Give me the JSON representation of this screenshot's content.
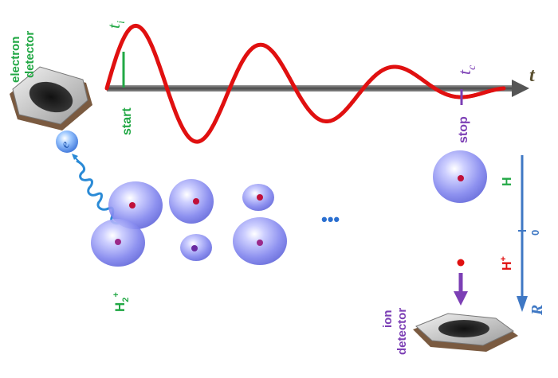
{
  "labels": {
    "electron_detector_line1": "electron",
    "electron_detector_line2": "detector",
    "ion_detector_line1": "ion",
    "ion_detector_line2": "detector",
    "start": "start",
    "stop": "stop",
    "t_i_main": "t",
    "t_i_sub": "i",
    "t_c_main": "t",
    "t_c_sub": "c",
    "t_axis": "t",
    "electron_symbol": "e",
    "h2plus_main": "H",
    "h2plus_sub": "2",
    "h2plus_sup": "+",
    "ellipsis": "•••",
    "r_axis_h": "H",
    "r_axis_zero": "0",
    "r_axis_hplus_main": "H",
    "r_axis_hplus_sup": "+",
    "r_axis_label": "R"
  },
  "colors": {
    "wave": "#e01010",
    "axis": "#6a6a6a",
    "green": "#22a845",
    "purple": "#7c3fb5",
    "red": "#e01010",
    "r_axis": "#3f78c4",
    "blob": "#8a8cf0",
    "detector_frame": "#7a5a40"
  }
}
